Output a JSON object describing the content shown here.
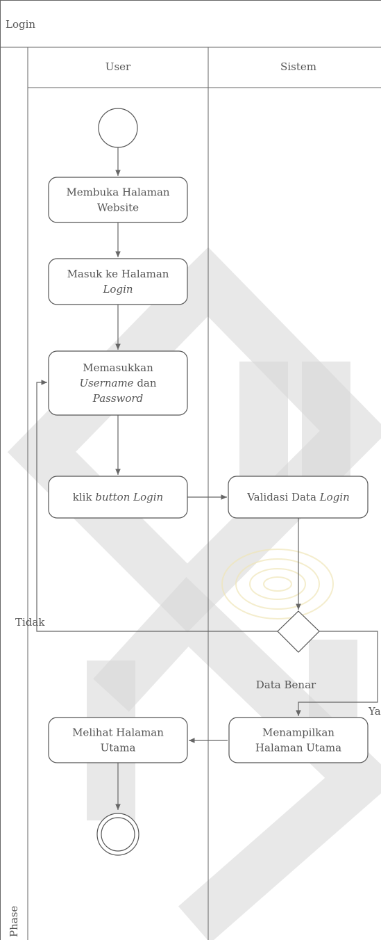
{
  "diagram": {
    "title": "Login",
    "phase_label": "Phase",
    "lanes": [
      {
        "id": "user",
        "label": "User"
      },
      {
        "id": "sistem",
        "label": "Sistem"
      }
    ],
    "nodes": {
      "open_website": {
        "lines": [
          [
            {
              "t": "Membuka Halaman",
              "i": false
            }
          ],
          [
            {
              "t": "Website",
              "i": false
            }
          ]
        ]
      },
      "enter_login_page": {
        "lines": [
          [
            {
              "t": "Masuk ke Halaman",
              "i": false
            }
          ],
          [
            {
              "t": "Login",
              "i": true
            }
          ]
        ]
      },
      "enter_credentials": {
        "lines": [
          [
            {
              "t": "Memasukkan",
              "i": false
            }
          ],
          [
            {
              "t": "Username",
              "i": true
            },
            {
              "t": " dan",
              "i": false
            }
          ],
          [
            {
              "t": "Password",
              "i": true
            }
          ]
        ]
      },
      "click_login": {
        "lines": [
          [
            {
              "t": "klik ",
              "i": false
            },
            {
              "t": "button Login",
              "i": true
            }
          ]
        ]
      },
      "validate_login": {
        "lines": [
          [
            {
              "t": "Validasi Data ",
              "i": false
            },
            {
              "t": "Login",
              "i": true
            }
          ]
        ]
      },
      "show_home": {
        "lines": [
          [
            {
              "t": "Menampilkan",
              "i": false
            }
          ],
          [
            {
              "t": "Halaman Utama",
              "i": false
            }
          ]
        ]
      },
      "view_home": {
        "lines": [
          [
            {
              "t": "Melihat Halaman",
              "i": false
            }
          ],
          [
            {
              "t": "Utama",
              "i": false
            }
          ]
        ]
      }
    },
    "decision": {
      "label": "Data Benar",
      "no_label": "Tidak",
      "yes_label": "Ya"
    },
    "colors": {
      "stroke": "#555555",
      "text": "#555555",
      "watermark": "#d6d6d6",
      "watermark_accent": "#efe6b8"
    }
  }
}
